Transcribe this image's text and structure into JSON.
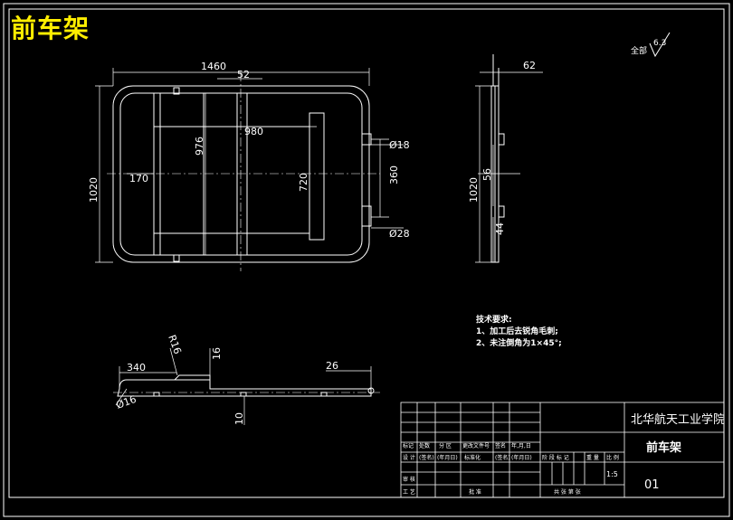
{
  "title": "前车架",
  "surface_symbol": {
    "label": "全部",
    "value": "6.3"
  },
  "dims": {
    "top": {
      "d1460": "1460",
      "d52": "52",
      "d980": "980",
      "d976": "976",
      "d1020": "1020",
      "d170": "170",
      "d720": "720",
      "d360": "360",
      "d18": "Ø18",
      "d28": "Ø28"
    },
    "side": {
      "d62": "62",
      "d1020": "1020",
      "d56": "56",
      "d44": "44"
    },
    "front": {
      "d340": "340",
      "d16": "16",
      "d26": "26",
      "d10": "10",
      "r16": "R16",
      "phi16": "Ø16"
    }
  },
  "tech": {
    "heading": "技术要求:",
    "line1": "1、加工后去锐角毛刺;",
    "line2": "2、未注倒角为1×45°;"
  },
  "titleblock": {
    "school": "北华航天工业学院",
    "part_name": "前车架",
    "number": "01",
    "scale": "1:5",
    "row_labels": {
      "c1": "标记",
      "c2": "处数",
      "c3": "分 区",
      "c4": "更改文件号",
      "c5": "签名",
      "c6": "年,月,日"
    },
    "row2": {
      "c1": "设 计",
      "c2": "(签名)",
      "c3": "(年月日)",
      "c4": "标准化",
      "c5": "(签名)",
      "c6": "(年月日)"
    },
    "row3": {
      "c1": "审 核",
      "c2": "",
      "c3": ""
    },
    "row4": {
      "c1": "工 艺",
      "c2": "批 准"
    },
    "stage_header": "阶 段 标 记",
    "weight": "重 量",
    "scale_label": "比 例",
    "sheets": "共 张   第 张"
  },
  "colors": {
    "frame": "#ffffff",
    "title": "#ffee00",
    "background": "#000000"
  }
}
